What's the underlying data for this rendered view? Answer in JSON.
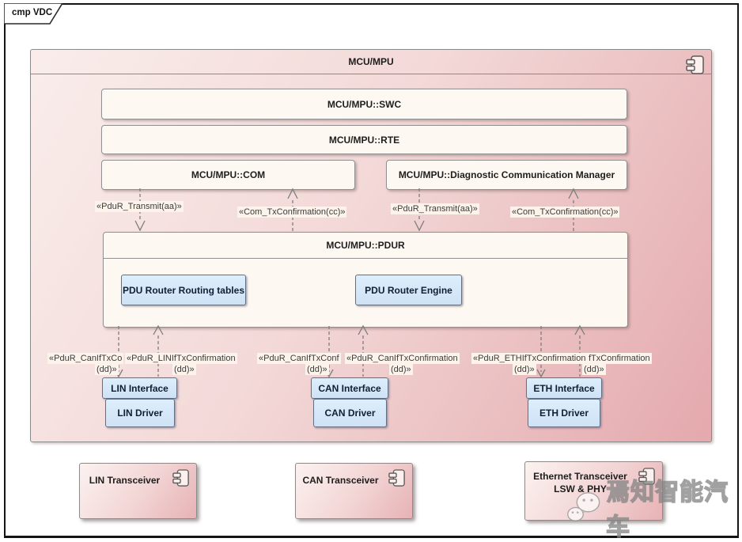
{
  "diagram": {
    "tab": "cmp VDC"
  },
  "mcu": {
    "title": "MCU/MPU",
    "swc_label": "MCU/MPU::SWC",
    "rte_label": "MCU/MPU::RTE",
    "com_label": "MCU/MPU::COM",
    "dcm_label": "MCU/MPU::Diagnostic Communication Manager",
    "pdur": {
      "title": "MCU/MPU::PDUR",
      "routing_tables_label": "PDU Router Routing tables",
      "engine_label": "PDU Router Engine"
    },
    "lin_interface": "LIN Interface",
    "lin_driver": "LIN Driver",
    "can_interface": "CAN Interface",
    "can_driver": "CAN Driver",
    "eth_interface": "ETH Interface",
    "eth_driver": "ETH Driver"
  },
  "connector_labels": {
    "com_transmit": "«PduR_Transmit(aa)»",
    "com_txconfirmation": "«Com_TxConfirmation(cc)»",
    "dcm_transmit": "«PduR_Transmit(aa)»",
    "dcm_txconfirmation": "«Com_TxConfirmation(cc)»",
    "lin_conf_left": "«PduR_CanIfTxCo",
    "lin_conf_right": "«PduR_LINIfTxConfirmation",
    "lin_dd_left": "(dd)»",
    "lin_dd_right": "(dd)»",
    "can_conf_left": "«PduR_CanIfTxConf",
    "can_conf_right": "«PduR_CanIfTxConfirmation",
    "can_dd_left": "(dd)»",
    "can_dd_right": "(dd)»",
    "eth_conf_left": "«PduR_ETHIfTxConfirmation",
    "eth_conf_right": "fTxConfirmation",
    "eth_dd_left": "(dd)»",
    "eth_dd_right": "(dd)»"
  },
  "transceivers": {
    "lin": "LIN Transceiver",
    "can": "CAN Transceiver",
    "eth_line1": "Ethernet Transceiver",
    "eth_line2": "LSW & PHY"
  },
  "watermark": {
    "text": "焉知智能汽车"
  },
  "colors": {
    "frame_border": "#141414",
    "component_fill_light": "#f9edeb",
    "component_fill_dark": "#e4a9ad",
    "module_fill": "#fdf8f2",
    "blue_fill": "#d7e9fa",
    "blue_border": "#5f7088",
    "connector": "#7d7d7d",
    "label_bg": "#fcf3ea"
  }
}
